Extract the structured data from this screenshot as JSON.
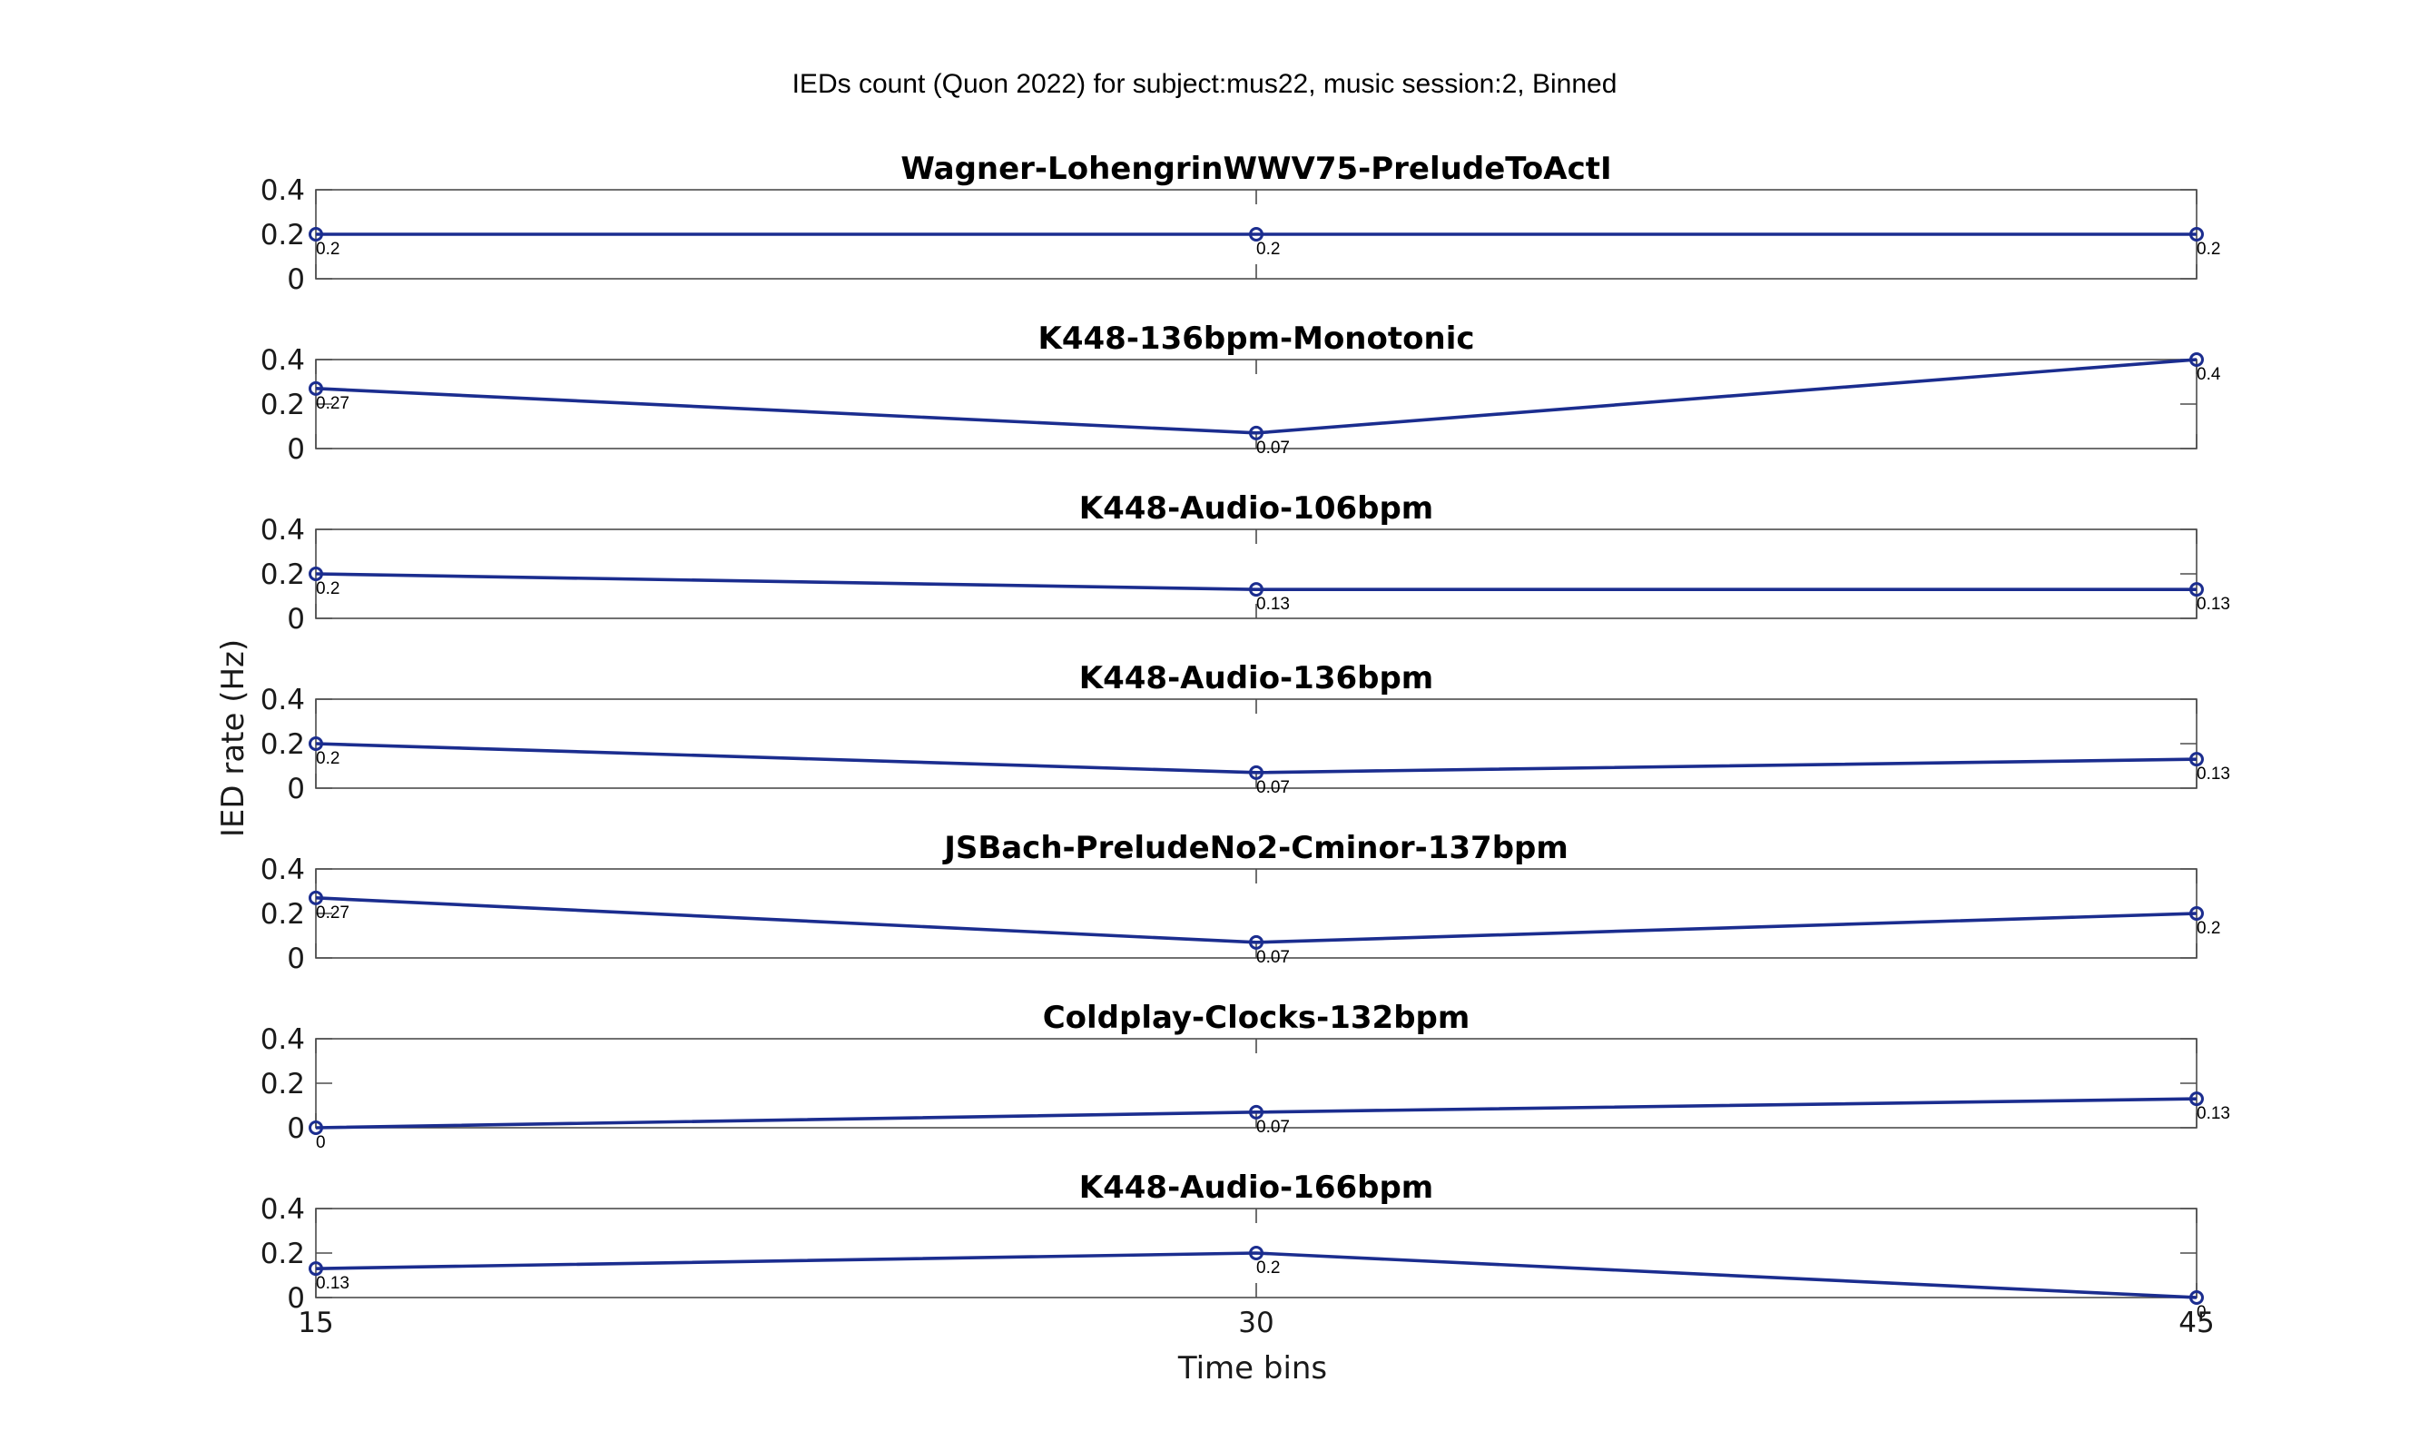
{
  "figure_title": "IEDs count (Quon 2022) for subject:mus22, music session:2, Binned",
  "y_axis_label": "IED rate (Hz)",
  "x_axis_label": "Time bins",
  "chart_data": {
    "type": "line",
    "x": [
      15,
      30,
      45
    ],
    "x_ticks": [
      "15",
      "30",
      "45"
    ],
    "ylim": [
      0,
      0.4
    ],
    "y_ticks": [
      "0",
      "0.2",
      "0.4"
    ],
    "series_color": "#1b2d8f",
    "marker": "circle",
    "grid": false,
    "panels": [
      {
        "title": "Wagner-LohengrinWWV75-PreludeToActI",
        "values": [
          0.2,
          0.2,
          0.2
        ],
        "labels": [
          "0.2",
          "0.2",
          "0.2"
        ]
      },
      {
        "title": "K448-136bpm-Monotonic",
        "values": [
          0.27,
          0.07,
          0.4
        ],
        "labels": [
          "0.27",
          "0.07",
          "0.4"
        ]
      },
      {
        "title": "K448-Audio-106bpm",
        "values": [
          0.2,
          0.13,
          0.13
        ],
        "labels": [
          "0.2",
          "0.13",
          "0.13"
        ]
      },
      {
        "title": "K448-Audio-136bpm",
        "values": [
          0.2,
          0.07,
          0.13
        ],
        "labels": [
          "0.2",
          "0.07",
          "0.13"
        ]
      },
      {
        "title": "JSBach-PreludeNo2-Cminor-137bpm",
        "values": [
          0.27,
          0.07,
          0.2
        ],
        "labels": [
          "0.27",
          "0.07",
          "0.2"
        ]
      },
      {
        "title": "Coldplay-Clocks-132bpm",
        "values": [
          0,
          0.07,
          0.13
        ],
        "labels": [
          "0",
          "0.07",
          "0.13"
        ]
      },
      {
        "title": "K448-Audio-166bpm",
        "values": [
          0.13,
          0.2,
          0
        ],
        "labels": [
          "0.13",
          "0.2",
          "0"
        ]
      }
    ]
  }
}
